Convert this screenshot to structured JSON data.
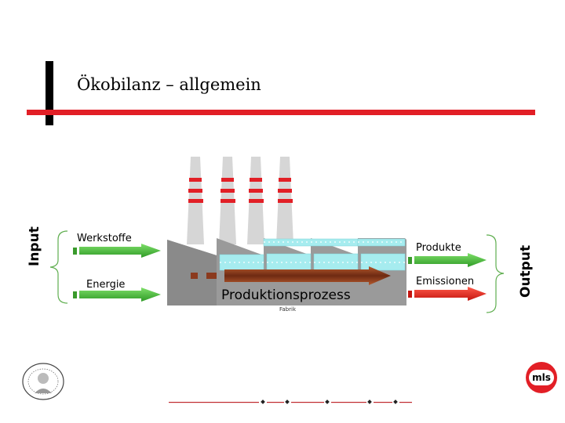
{
  "title": "Ökobilanz – allgemein",
  "input_label": "Input",
  "output_label": "Output",
  "inputs": [
    "Werkstoffe",
    "Energie"
  ],
  "outputs": [
    "Produkte",
    "Emissionen"
  ],
  "process_label": "Produktionsprozess",
  "factory_caption": "Fabrik",
  "logo_text": "mls",
  "colors": {
    "accent_red": "#e21f26",
    "arrow_green": "#46c23a",
    "arrow_red": "#e21f26",
    "factory_gray": "#8c8c8c",
    "window_cyan": "#9fe8ec",
    "process_brown": "#8b3a1e"
  }
}
